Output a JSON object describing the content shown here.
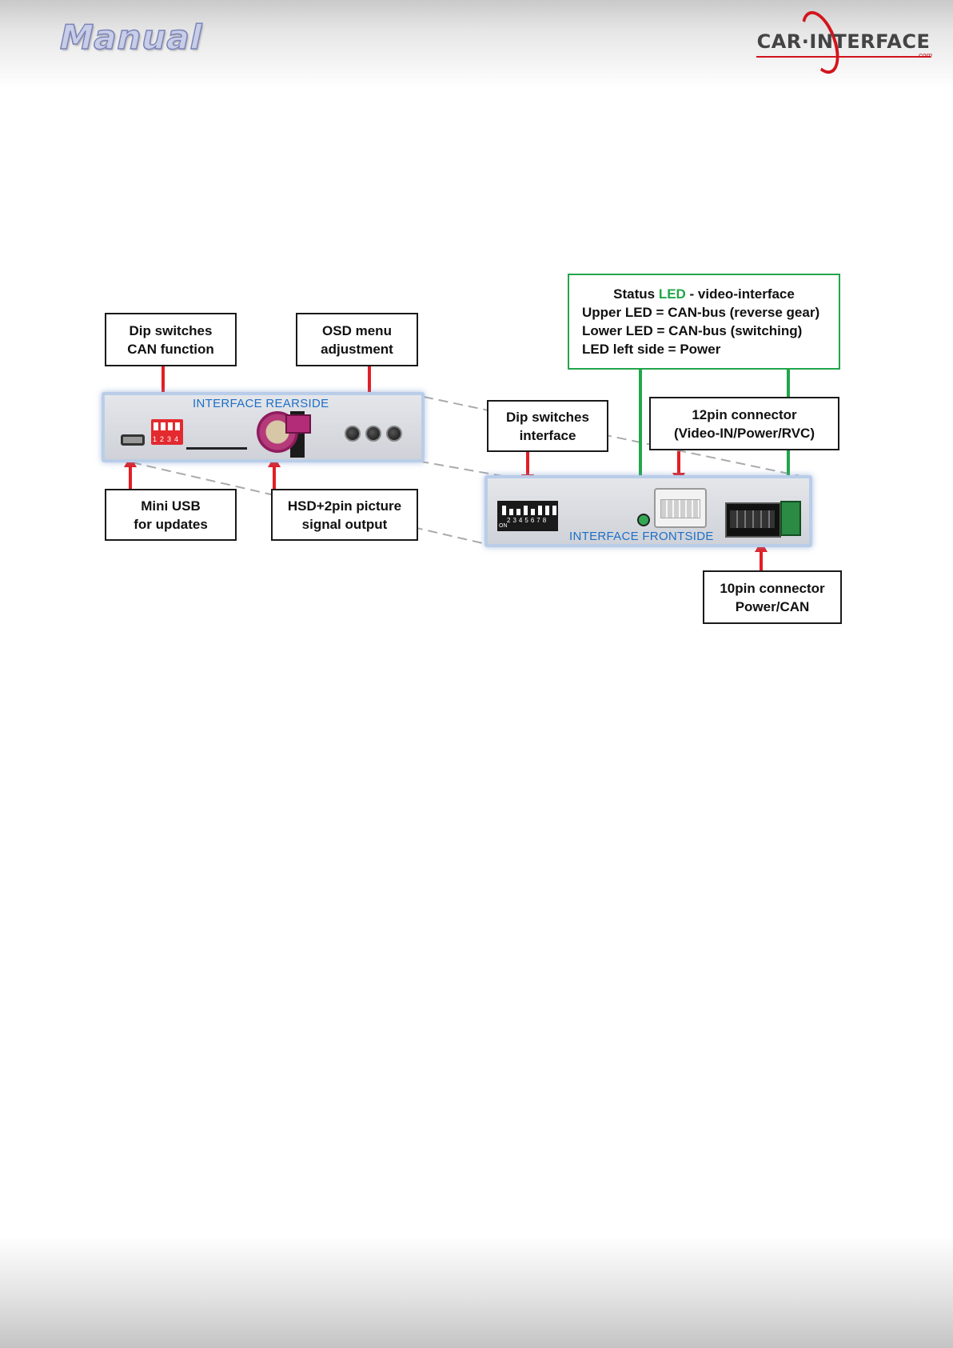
{
  "header": {
    "title": "Manual",
    "logo_text": "CAR·INTERFACE",
    "logo_suffix": ".com"
  },
  "panels": {
    "rear_label": "INTERFACE REARSIDE",
    "front_label": "INTERFACE FRONTSIDE"
  },
  "callouts": {
    "dip_can": [
      "Dip switches",
      "CAN function"
    ],
    "osd": [
      "OSD menu",
      "adjustment"
    ],
    "mini_usb": [
      "Mini USB",
      "for updates"
    ],
    "hsd": [
      "HSD+2pin picture",
      "signal output"
    ],
    "dip_interface": [
      "Dip switches",
      "interface"
    ],
    "pin12": [
      "12pin connector",
      "(Video-IN/Power/RVC)"
    ],
    "pin10": [
      "10pin connector",
      "Power/CAN"
    ],
    "status": {
      "title_pre": "Status ",
      "title_led": "LED",
      "title_post": " - video-interface",
      "line1": "Upper LED = CAN-bus (reverse gear)",
      "line2": "Lower LED = CAN-bus (switching)",
      "line3": "LED left side = Power"
    }
  },
  "dip_labels": {
    "rear": [
      "1",
      "2",
      "3",
      "4"
    ],
    "front": [
      "2",
      "3",
      "4",
      "5",
      "6",
      "7",
      "8"
    ],
    "front_on": "ON"
  },
  "colors": {
    "arrow_red": "#e31e24",
    "arrow_green": "#22a64a",
    "panel_label_blue": "#1e6fc8"
  }
}
